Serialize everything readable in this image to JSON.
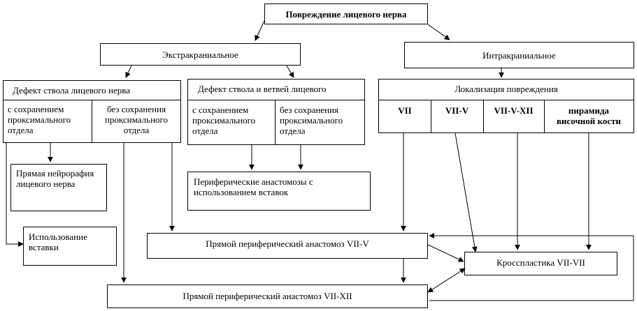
{
  "nodes": {
    "root": "Повреждение лицевого нерва",
    "extracranial": "Экстракраниальное",
    "intracranial": "Интракраниальное",
    "trunk_defect": "Дефект ствола лицевого нерва",
    "trunk_branches_defect": "Дефект ствола и ветвей лицевого",
    "localization": "Локализация повреждения",
    "with_proximal": "с сохранением проксимального отдела",
    "without_proximal": "без сохранения проксимального отдела",
    "with_proximal_2": "с сохранением проксимального отдела",
    "without_proximal_2": "без сохранения проксимального отдела",
    "loc_vii": "VII",
    "loc_vii_v": "VII-V",
    "loc_vii_v_xii": "VII-V-XII",
    "loc_pyramid": "пирамида височной кости",
    "direct_neurorrhaphy": "Прямая нейрорафия лицевого нерва",
    "peripheral_grafts": "Периферические анастомозы с использованием вставок",
    "graft_use": "Использование вставки",
    "anastomosis_vii_v": "Прямой периферический анастомоз VII-V",
    "cross_plasty": "Кросспластика VII-VII",
    "anastomosis_vii_xii": "Прямой периферический анастомоз VII-XII"
  }
}
